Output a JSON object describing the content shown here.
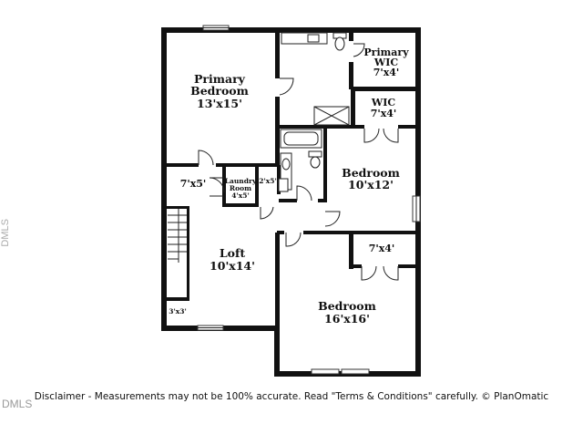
{
  "rooms": {
    "primary_bedroom": {
      "name_line1": "Primary",
      "name_line2": "Bedroom",
      "size": "13'x15'"
    },
    "primary_wic": {
      "name_line1": "Primary",
      "name_line2": "WIC",
      "size": "7'x4'"
    },
    "wic": {
      "name": "WIC",
      "size": "7'x4'"
    },
    "bedroom_right": {
      "name": "Bedroom",
      "size": "10'x12'"
    },
    "hall_closet": {
      "size": "7'x5'"
    },
    "laundry": {
      "name_line1": "Laundry",
      "name_line2": "Room",
      "size": "4'x5'"
    },
    "small_closet": {
      "size": "2'x5'"
    },
    "loft": {
      "name": "Loft",
      "size": "10'x14'"
    },
    "bedroom_bottom": {
      "name": "Bedroom",
      "size": "16'x16'"
    },
    "bedroom_bottom_closet": {
      "size": "7'x4'"
    },
    "stair_closet": {
      "size": "3'x3'"
    }
  },
  "footer": {
    "disclaimer": "Disclaimer - Measurements may not be 100% accurate. Read \"Terms & Conditions\" carefully. © PlanOmatic",
    "mls_mark": "DMLS",
    "side_mark": "DMLS"
  }
}
